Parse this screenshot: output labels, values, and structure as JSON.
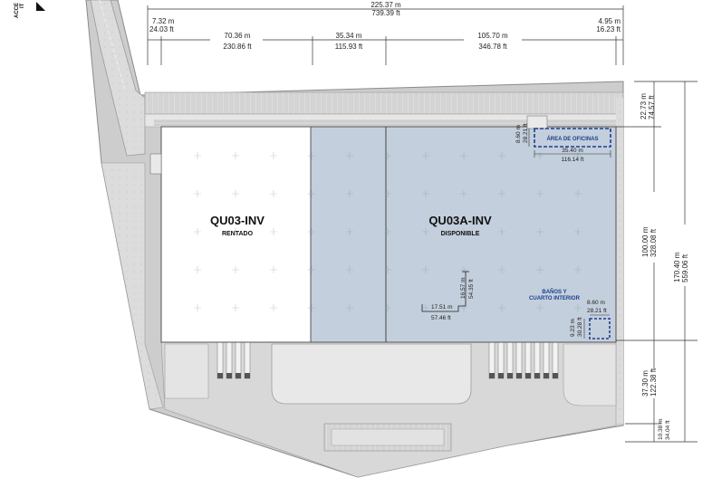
{
  "top_dims": {
    "total_m": "225.37 m",
    "total_ft": "739.39 ft",
    "left_m": "7.32 m",
    "left_ft": "24.03 ft",
    "seg1_m": "70.36 m",
    "seg1_ft": "230.86 ft",
    "seg2_m": "35.34 m",
    "seg2_ft": "115.93 ft",
    "seg3_m": "105.70 m",
    "seg3_ft": "346.78 ft",
    "right_m": "4.95 m",
    "right_ft": "16.23 ft"
  },
  "right_dims": {
    "top_m": "22.73 m",
    "top_ft": "74.57 ft",
    "mid_m": "100.00 m",
    "mid_ft": "328.08 ft",
    "total_m": "170.40 m",
    "total_ft": "559.06 ft",
    "bottom_m": "37.30 m",
    "bottom_ft": "122.38 ft",
    "bottom2_m": "10.38 m",
    "bottom2_ft": "34.04 ft"
  },
  "units": [
    {
      "name": "QU03-INV",
      "status": "RENTADO",
      "color": "#ffffff"
    },
    {
      "name": "QU03A-INV",
      "status": "DISPONIBLE",
      "color": "#c3cfdc"
    }
  ],
  "office": {
    "label": "ÁREA DE OFICINAS",
    "w_m": "35.40 m",
    "w_ft": "116.14 ft",
    "h_m": "8.60 m",
    "h_ft": "28.21 ft",
    "color": "#1c3f8f"
  },
  "restroom": {
    "label_line1": "BAÑOS Y",
    "label_line2": "CUARTO INTERIOR",
    "w_m": "8.60 m",
    "w_ft": "28.21 ft",
    "h_m": "9.23 m",
    "h_ft": "30.28 ft"
  },
  "bay": {
    "w_m": "17.51 m",
    "w_ft": "57.46 ft",
    "h_m": "16.57 m",
    "h_ft": "54.35 ft"
  },
  "entrance_label_1": "ACCE",
  "entrance_label_2": "IT"
}
